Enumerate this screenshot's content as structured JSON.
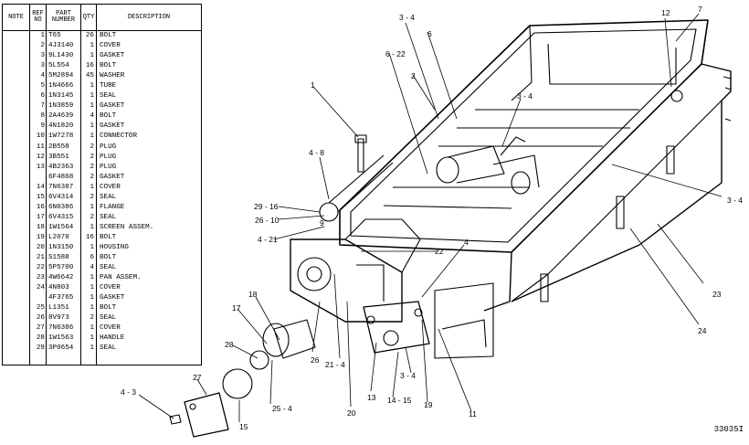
{
  "table": {
    "headers": {
      "note": "NOTE",
      "ref": "REF NO",
      "part": "PART NUMBER",
      "qty": "QTY",
      "desc": "DESCRIPTION"
    },
    "rows": [
      {
        "ref": "1",
        "part": "T65",
        "qty": "26",
        "desc": "BOLT"
      },
      {
        "ref": "2",
        "part": "4J3140",
        "qty": "1",
        "desc": "COVER"
      },
      {
        "ref": "3",
        "part": "9L1430",
        "qty": "1",
        "desc": "GASKET"
      },
      {
        "ref": "3",
        "part": "5L554",
        "qty": "16",
        "desc": "BOLT"
      },
      {
        "ref": "4",
        "part": "5M2894",
        "qty": "45",
        "desc": "WASHER"
      },
      {
        "ref": "5",
        "part": "1N4666",
        "qty": "1",
        "desc": "TUBE"
      },
      {
        "ref": "6",
        "part": "1N3145",
        "qty": "1",
        "desc": "SEAL"
      },
      {
        "ref": "7",
        "part": "1N3859",
        "qty": "1",
        "desc": "GASKET"
      },
      {
        "ref": "8",
        "part": "2A4639",
        "qty": "4",
        "desc": "BOLT"
      },
      {
        "ref": "9",
        "part": "4N1820",
        "qty": "1",
        "desc": "GASKET"
      },
      {
        "ref": "10",
        "part": "1W7278",
        "qty": "1",
        "desc": "CONNECTOR"
      },
      {
        "ref": "11",
        "part": "2B558",
        "qty": "2",
        "desc": "PLUG"
      },
      {
        "ref": "12",
        "part": "3B551",
        "qty": "2",
        "desc": "PLUG"
      },
      {
        "ref": "13",
        "part": "4B2363",
        "qty": "2",
        "desc": "PLUG"
      },
      {
        "ref": "",
        "part": "6F4868",
        "qty": "2",
        "desc": "GASKET"
      },
      {
        "ref": "14",
        "part": "7N6387",
        "qty": "1",
        "desc": "COVER"
      },
      {
        "ref": "15",
        "part": "6V4314",
        "qty": "2",
        "desc": "SEAL"
      },
      {
        "ref": "16",
        "part": "6N0386",
        "qty": "1",
        "desc": "FLANGE"
      },
      {
        "ref": "17",
        "part": "6V4315",
        "qty": "2",
        "desc": "SEAL"
      },
      {
        "ref": "18",
        "part": "1W1564",
        "qty": "1",
        "desc": "SCREEN ASSEM."
      },
      {
        "ref": "19",
        "part": "L2070",
        "qty": "16",
        "desc": "BOLT"
      },
      {
        "ref": "20",
        "part": "1N3150",
        "qty": "1",
        "desc": "HOUSING"
      },
      {
        "ref": "21",
        "part": "S1588",
        "qty": "6",
        "desc": "BOLT"
      },
      {
        "ref": "22",
        "part": "5P5700",
        "qty": "4",
        "desc": "SEAL"
      },
      {
        "ref": "23",
        "part": "4W6642",
        "qty": "1",
        "desc": "PAN ASSEM."
      },
      {
        "ref": "24",
        "part": "4N803",
        "qty": "1",
        "desc": "COVER"
      },
      {
        "ref": "",
        "part": "4F3765",
        "qty": "1",
        "desc": "GASKET"
      },
      {
        "ref": "25",
        "part": "L1351",
        "qty": "1",
        "desc": "BOLT"
      },
      {
        "ref": "26",
        "part": "8V973",
        "qty": "2",
        "desc": "SEAL"
      },
      {
        "ref": "27",
        "part": "7N6386",
        "qty": "1",
        "desc": "COVER"
      },
      {
        "ref": "28",
        "part": "1W1563",
        "qty": "1",
        "desc": "HANDLE"
      },
      {
        "ref": "29",
        "part": "3P0654",
        "qty": "1",
        "desc": "SEAL"
      }
    ]
  },
  "callouts": {
    "c7": "7",
    "c12": "12",
    "c3_4a": "3 - 4",
    "c6": "6",
    "c6_22": "6 - 22",
    "c2": "2",
    "c3_4b": "3 - 4",
    "c1": "1",
    "c4_8": "4 - 8",
    "c29_16": "29 - 16",
    "c26_10": "26 - 10",
    "c9": "9",
    "c4_21": "4 - 21",
    "c22": "22",
    "c4": "4",
    "c3_4c": "3 - 4",
    "c23": "23",
    "c24": "24",
    "c18": "18",
    "c17": "17",
    "c28": "28",
    "c25_4": "25 - 4",
    "c26": "26",
    "c21_4": "21 - 4",
    "c20": "20",
    "c13": "13",
    "c14_15": "14 - 15",
    "c3_4d": "3 - 4",
    "c19": "19",
    "c11": "11",
    "c4_3": "4 - 3",
    "c27": "27",
    "c15": "15"
  },
  "figure_number": "33035I"
}
